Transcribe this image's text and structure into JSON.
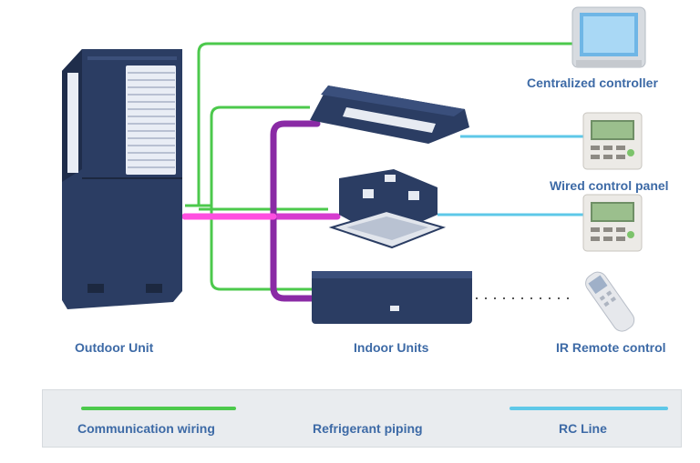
{
  "labels": {
    "centralized_controller": "Centralized controller",
    "wired_control_panel": "Wired control panel",
    "outdoor_unit": "Outdoor Unit",
    "indoor_units": "Indoor Units",
    "ir_remote": "IR Remote control"
  },
  "legend": {
    "communication": "Communication wiring",
    "refrigerant": "Refrigerant piping",
    "rc_line": "RC Line"
  },
  "colors": {
    "communication": "#4cc94c",
    "refrigerant": "#b02bbf",
    "rc_line": "#5ec8e8",
    "unit_navy": "#2b3d63",
    "label_blue": "#3d6aa6"
  }
}
